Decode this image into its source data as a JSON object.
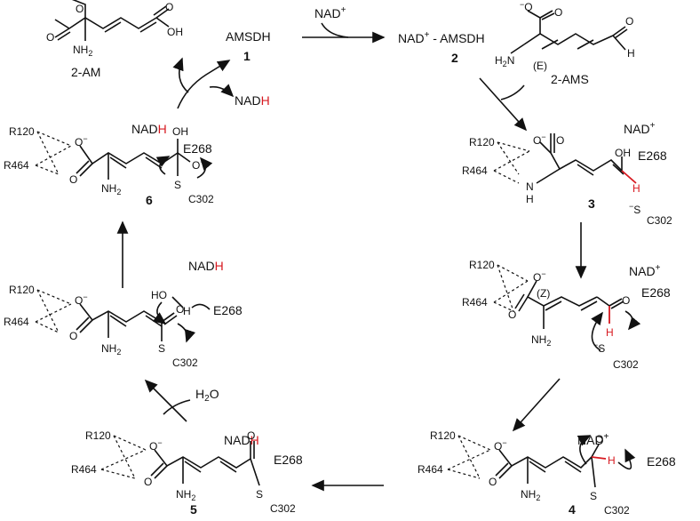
{
  "top": {
    "two_am": "2-AM",
    "amsdh": "AMSDH",
    "amsdh_num": "1",
    "nad_plus_top": "NAD",
    "complex": "NAD",
    "complex_rest": " - AMSDH",
    "complex_num": "2",
    "nadh_release_pre": "NAD",
    "nadh_release_h": "H",
    "two_ams": "2-AMS",
    "e_label": "(E)"
  },
  "labels": {
    "r120": "R120",
    "r464": "R464",
    "e268": "E268",
    "c302": "C302",
    "s": "S",
    "o_minus": "O",
    "o": "O",
    "oh": "OH",
    "h": "H",
    "nh": "N",
    "nh2": "NH",
    "h2": "2",
    "ho": "HO",
    "h2o": "H",
    "h2o_2": "2",
    "h2o_o": "O",
    "z_label": "(Z)",
    "nad_pre": "NAD",
    "nadh_h": "H",
    "plus": "+",
    "minus": "−"
  },
  "compounds": {
    "c3": "3",
    "c4": "4",
    "c5": "5",
    "c6": "6"
  },
  "colors": {
    "highlight": "#d71920",
    "ink": "#111111"
  }
}
